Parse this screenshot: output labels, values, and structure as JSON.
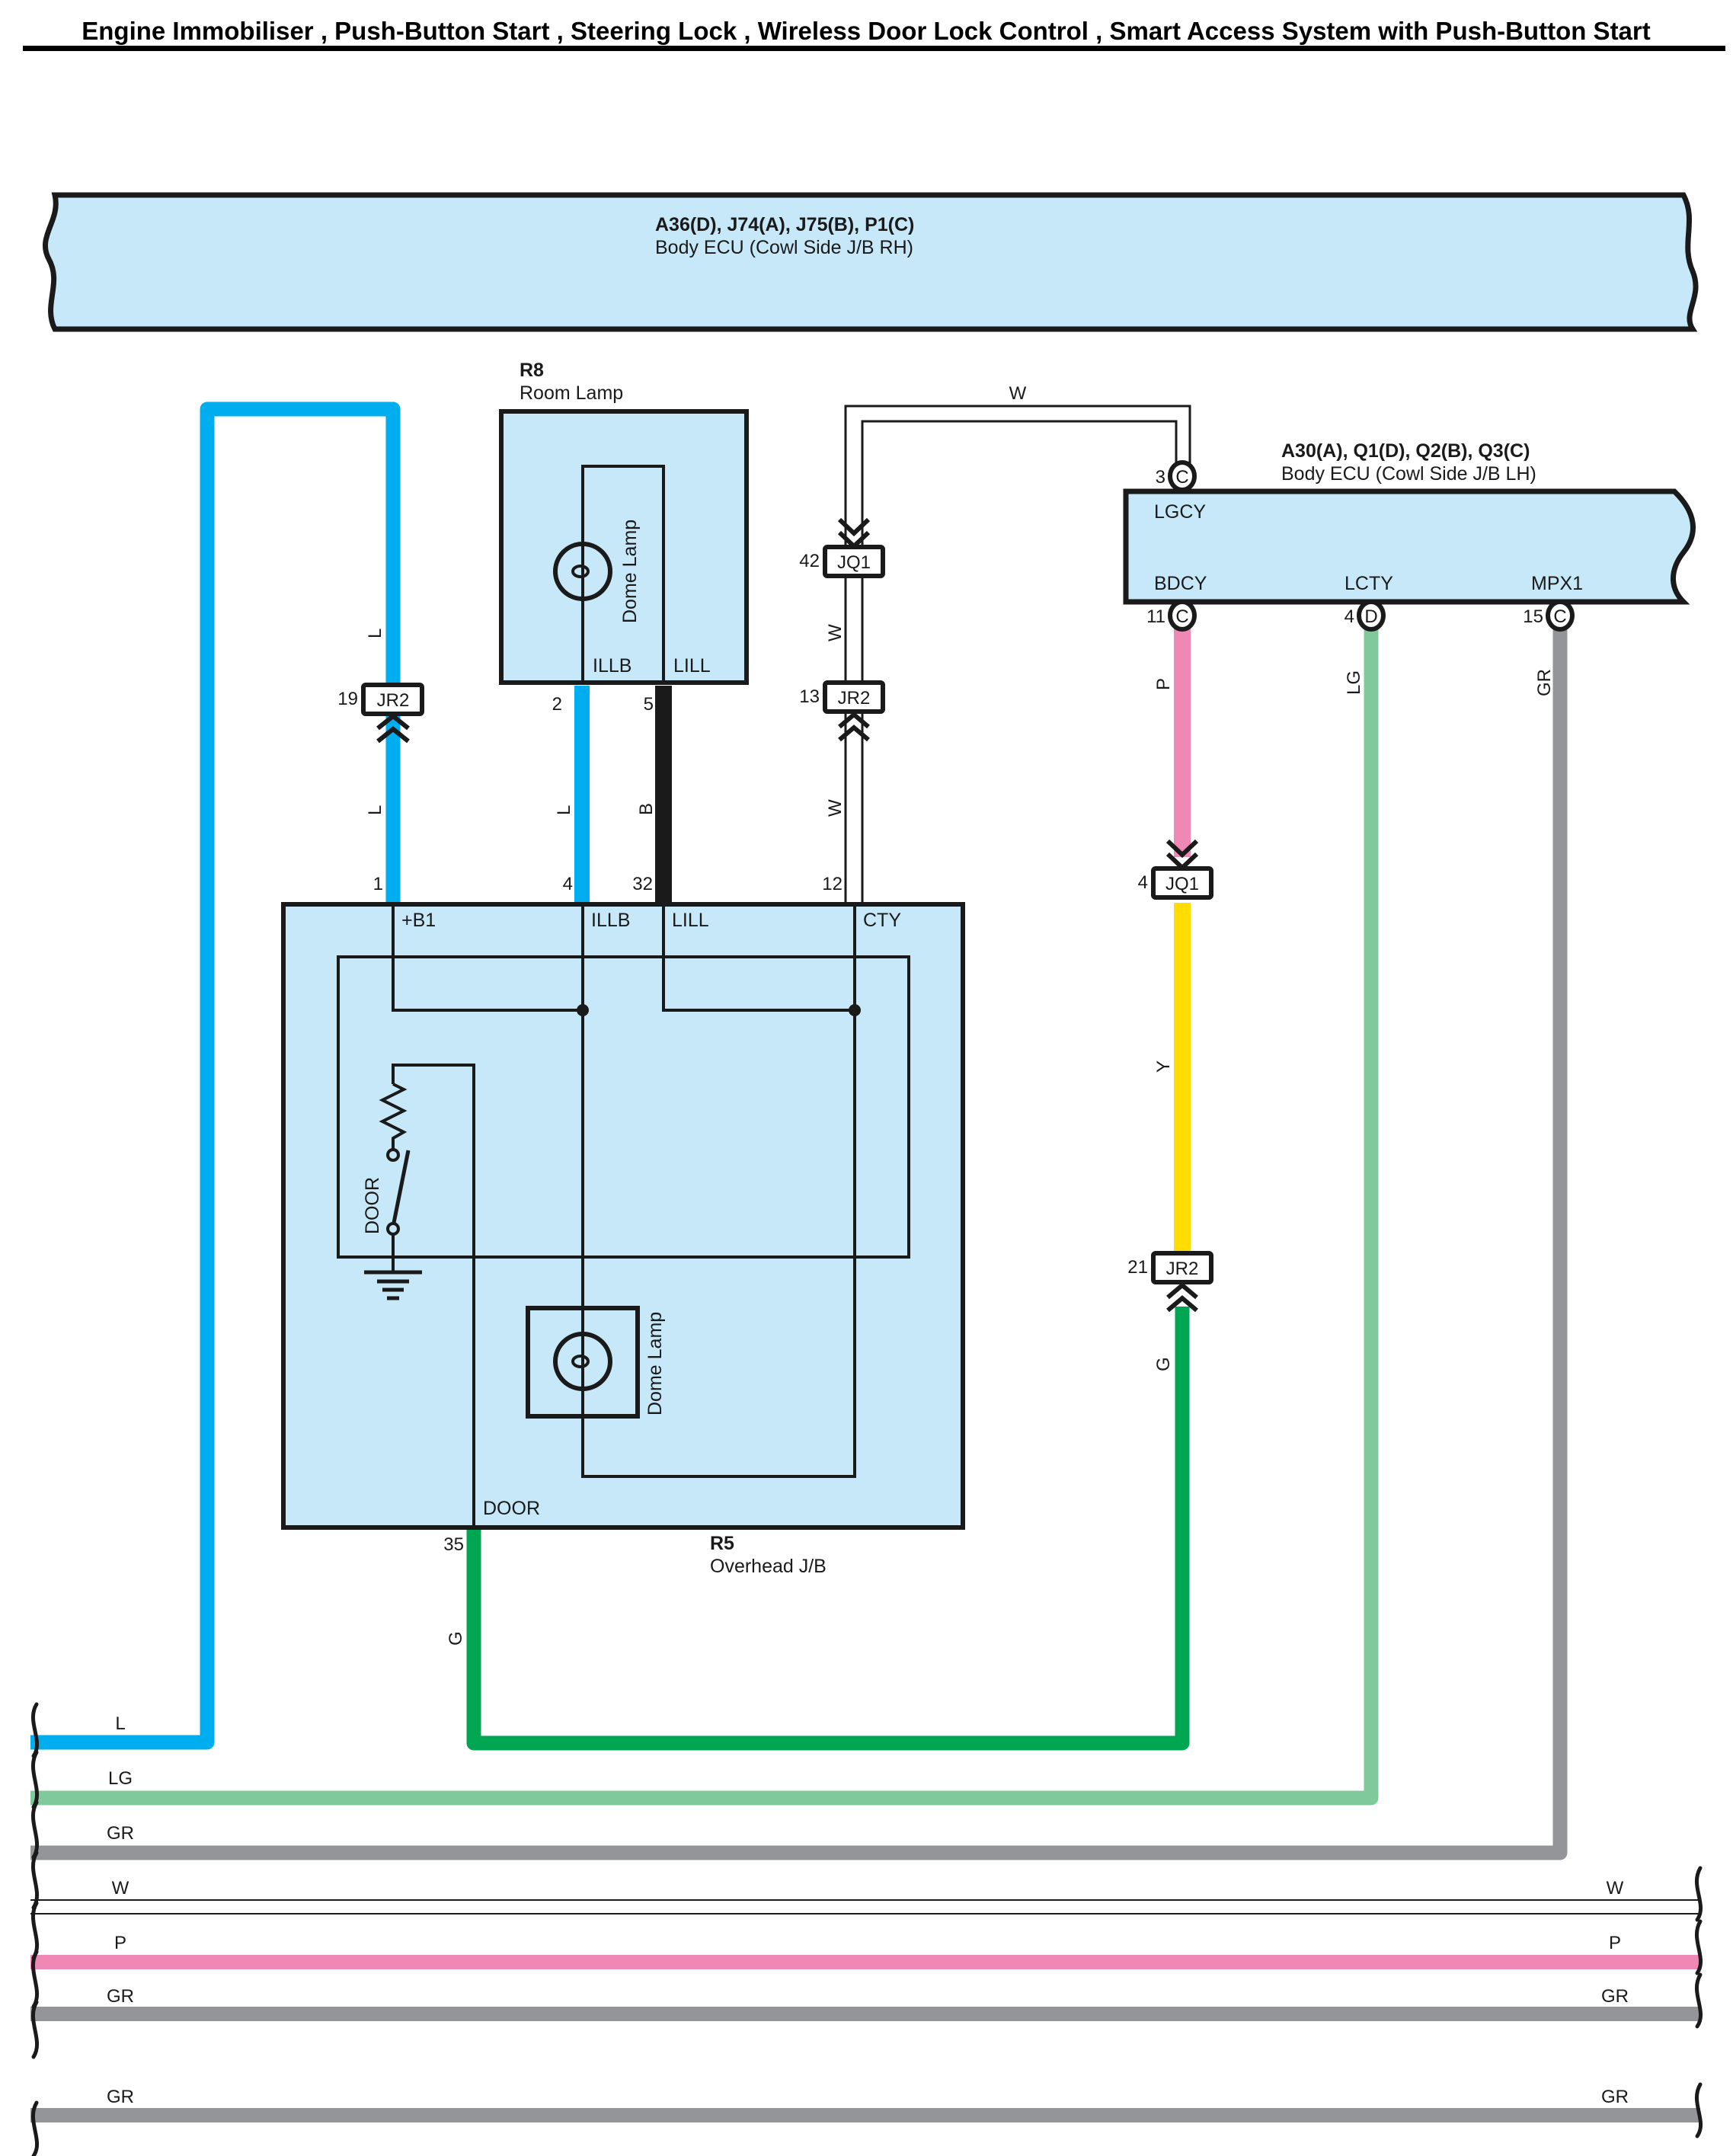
{
  "title": "Engine Immobiliser , Push-Button Start , Steering Lock , Wireless Door Lock Control , Smart Access System with Push-Button Start",
  "colors": {
    "component_fill": "#c6e8f8",
    "L": "#00aeef",
    "B": "#1a1a1a",
    "W": "#ffffff",
    "P": "#f088b6",
    "LG": "#80c99b",
    "GR": "#939598",
    "Y": "#ffdd00",
    "G": "#00a651"
  },
  "components": {
    "body_ecu_rh": {
      "connectors": "A36(D), J74(A), J75(B), P1(C)",
      "name": "Body ECU (Cowl Side J/B RH)"
    },
    "room_lamp": {
      "code": "R8",
      "name": "Room Lamp",
      "element": "Dome Lamp",
      "terminals": [
        {
          "name": "ILLB",
          "pin": "2"
        },
        {
          "name": "LILL",
          "pin": "5"
        }
      ]
    },
    "body_ecu_lh": {
      "connectors": "A30(A), Q1(D), Q2(B), Q3(C)",
      "name": "Body ECU (Cowl Side J/B LH)",
      "terminals": [
        {
          "name": "LGCY",
          "pin": "3",
          "connector": "C"
        },
        {
          "name": "BDCY",
          "pin": "11",
          "connector": "C"
        },
        {
          "name": "LCTY",
          "pin": "4",
          "connector": "D"
        },
        {
          "name": "MPX1",
          "pin": "15",
          "connector": "C"
        }
      ]
    },
    "overhead_jb": {
      "code": "R5",
      "name": "Overhead J/B",
      "switch_label": "DOOR",
      "lamp_label": "Dome Lamp",
      "terminals": [
        {
          "name": "+B1",
          "pin": "1"
        },
        {
          "name": "ILLB",
          "pin": "4"
        },
        {
          "name": "LILL",
          "pin": "32"
        },
        {
          "name": "CTY",
          "pin": "12"
        },
        {
          "name": "DOOR",
          "pin": "35"
        }
      ]
    }
  },
  "junctions": [
    {
      "id": "JR2",
      "pin": "19"
    },
    {
      "id": "JQ1",
      "pin": "42"
    },
    {
      "id": "JR2",
      "pin": "13"
    },
    {
      "id": "JQ1",
      "pin": "4"
    },
    {
      "id": "JR2",
      "pin": "21"
    }
  ],
  "wire_labels": {
    "w_top": "W",
    "w_mid1": "W",
    "w_mid2": "W",
    "l_upper": "L",
    "l_lower": "L",
    "l_illb": "L",
    "b_lill": "B",
    "p_bdcy": "P",
    "lg_lcty": "LG",
    "gr_mpx1": "GR",
    "y_mid": "Y",
    "g_upper": "G",
    "g_door": "G"
  },
  "bus_lines": [
    {
      "color": "L",
      "left_label": "L",
      "right_label": ""
    },
    {
      "color": "LG",
      "left_label": "LG",
      "right_label": ""
    },
    {
      "color": "GR",
      "left_label": "GR",
      "right_label": ""
    },
    {
      "color": "W",
      "left_label": "W",
      "right_label": "W"
    },
    {
      "color": "P",
      "left_label": "P",
      "right_label": "P"
    },
    {
      "color": "GR",
      "left_label": "GR",
      "right_label": "GR"
    },
    {
      "color": "GR",
      "left_label": "GR",
      "right_label": "GR"
    }
  ]
}
